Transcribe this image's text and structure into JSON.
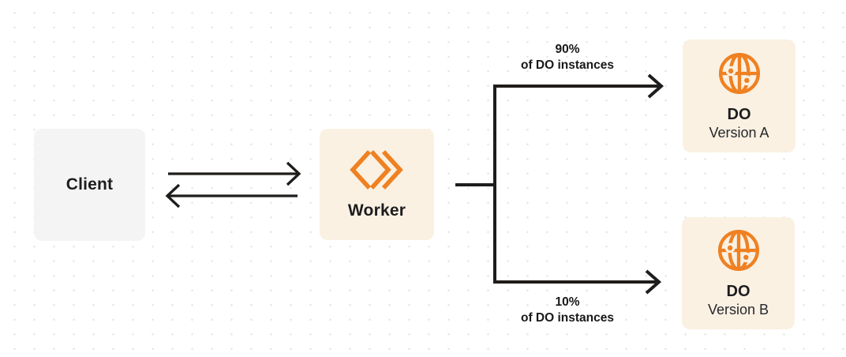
{
  "colors": {
    "accent_orange": "#ef8122",
    "connector_line": "#1f1d1b",
    "client_box_bg": "#f4f4f5",
    "cream_box_bg": "#faf1e3",
    "text_dark": "#1d1d1f",
    "dot_grid": "#e4e4e6"
  },
  "nodes": {
    "client": {
      "label": "Client"
    },
    "worker": {
      "label": "Worker",
      "icon": "workers-icon"
    },
    "do_a": {
      "title": "DO",
      "subtitle": "Version A",
      "icon": "globe-icon"
    },
    "do_b": {
      "title": "DO",
      "subtitle": "Version B",
      "icon": "globe-icon"
    }
  },
  "edges": {
    "top": {
      "percent": "90%",
      "caption": "of DO instances"
    },
    "bottom": {
      "percent": "10%",
      "caption": "of DO instances"
    }
  }
}
